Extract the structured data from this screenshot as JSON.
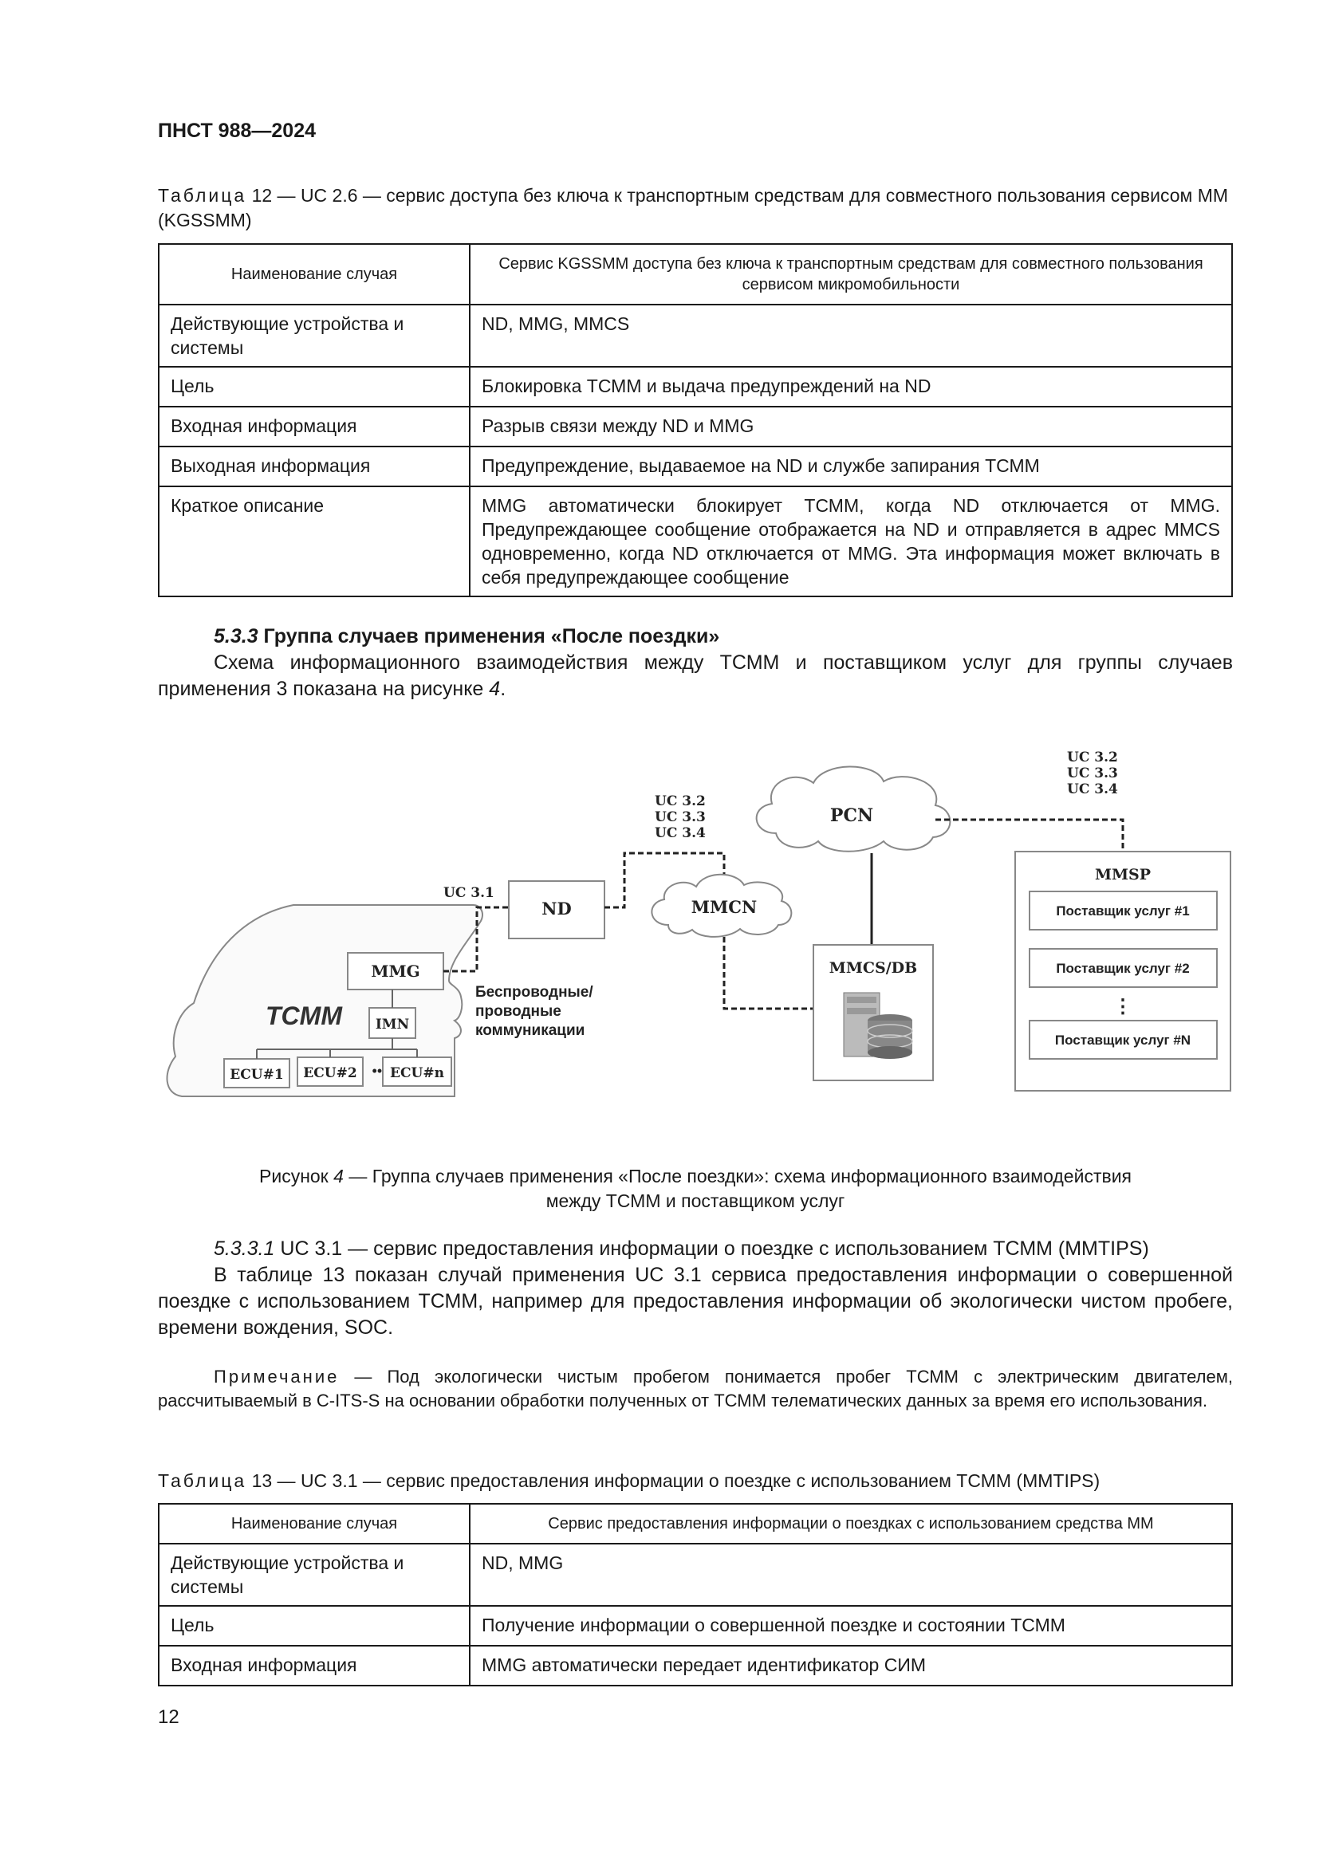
{
  "header": {
    "doc_id": "ПНСТ 988—2024"
  },
  "table12": {
    "caption_label": "Таблица",
    "caption_rest": " 12 — UC 2.6 — сервис доступа без ключа к транспортным средствам для совместного пользования сервисом ММ (KGSSMM)",
    "head": [
      "Наименование случая",
      "Сервис KGSSMM доступа без ключа к транспортным средствам для совместного пользования сервисом микромобильности"
    ],
    "rows": [
      [
        "Действующие устройства и системы",
        "ND, MMG, MMCS"
      ],
      [
        "Цель",
        "Блокировка ТСММ и выдача предупреждений на ND"
      ],
      [
        "Входная информация",
        "Разрыв связи между ND и MMG"
      ],
      [
        "Выходная информация",
        "Предупреждение, выдаваемое на ND и службе запирания ТСММ"
      ],
      [
        "Краткое описание",
        "MMG автоматически блокирует ТСММ, когда ND отключается от MMG. Предупреждающее сообщение отображается на ND и отправляется в адрес MMCS одновременно, когда ND отключается от MMG. Эта информация может включать в себя предупреждающее сообщение"
      ]
    ]
  },
  "section": {
    "num": "5.3.3",
    "title": " Группа случаев применения «После поездки»",
    "text_a": "Схема информационного взаимодействия между ТСММ и поставщиком услуг для группы случаев применения 3 показана на рисунке ",
    "text_fig": "4",
    "text_b": "."
  },
  "diagram": {
    "uc_top_right": [
      "UC 3.2",
      "UC 3.3",
      "UC 3.4"
    ],
    "uc_mid": [
      "UC 3.2",
      "UC 3.3",
      "UC 3.4"
    ],
    "uc31": "UC 3.1",
    "nd": "ND",
    "pcn": "PCN",
    "mmcn": "MMCN",
    "mmsp": "MMSP",
    "providers": [
      "Поставщик услуг #1",
      "Поставщик услуг #2",
      "Поставщик услуг #N"
    ],
    "dots": "⋮",
    "mmcs": "MMCS/DB",
    "mmg": "MMG",
    "tsmm": "ТСММ",
    "imn": "IMN",
    "ecu1": "ECU#1",
    "ecu2": "ECU#2",
    "ecu_dots": "•••",
    "ecun": "ECU#n",
    "comm": [
      "Беспроводные/",
      "проводные",
      "коммуникации"
    ]
  },
  "figure": {
    "line1_a": "Рисунок ",
    "line1_num": "4",
    "line1_b": " — Группа случаев применения «После поездки»: схема информационного взаимодействия",
    "line2": "между ТСММ и поставщиком услуг"
  },
  "sub": {
    "num": "5.3.3.1",
    "title": " UC 3.1 — сервис предоставления информации о поездке с использованием ТСММ (MMTIPS)",
    "para": "В таблице 13 показан случай применения UC 3.1 сервиса предоставления информации о совершенной поездке с использованием ТСММ, например для предоставления информации об экологически чистом пробеге, времени вождения, SOC."
  },
  "note": {
    "label": "Примечание",
    "text": " — Под экологически чистым пробегом понимается пробег ТСММ с электрическим двигателем, рассчитываемый в C-ITS-S на основании обработки полученных от ТСММ телематических данных за время его использования."
  },
  "table13": {
    "caption_label": "Таблица",
    "caption_rest": " 13 — UC 3.1 — сервис предоставления информации о поездке с использованием ТСММ (MMTIPS)",
    "head": [
      "Наименование случая",
      "Сервис предоставления информации о поездках с использованием средства ММ"
    ],
    "rows": [
      [
        "Действующие устройства и системы",
        "ND, MMG"
      ],
      [
        "Цель",
        "Получение информации о совершенной поездке и состоянии ТСММ"
      ],
      [
        "Входная информация",
        "MMG автоматически передает идентификатор СИМ"
      ]
    ]
  },
  "page_number": "12"
}
